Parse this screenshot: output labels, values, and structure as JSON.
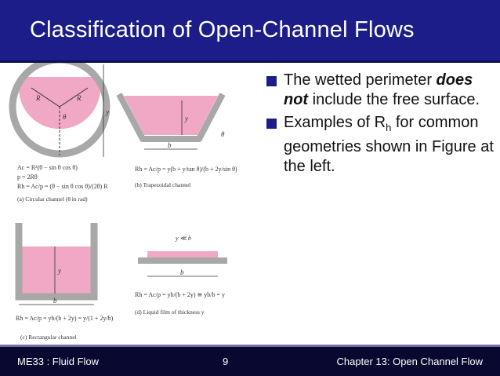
{
  "slide": {
    "title": "Classification of Open-Channel Flows"
  },
  "bullets": [
    {
      "before": "The wetted perimeter ",
      "emphasis": "does not",
      "after": " include the free surface."
    },
    {
      "before": "Examples of R",
      "sub": "h",
      "after": " for common geometries shown in Figure at the left."
    }
  ],
  "figure": {
    "a": {
      "eq1": "Ac = R²(θ − sin θ cos θ)",
      "eq2": "p = 2Rθ",
      "eq3": "Rh = Ac/p = (θ − sin θ cos θ)/(2θ) R",
      "caption": "(a) Circular channel (θ in rad)",
      "label_R": "R",
      "label_theta": "θ",
      "label_y": "y"
    },
    "b": {
      "eq": "Rh = Ac/p = y(b + y/tan θ)/(b + 2y/sin θ)",
      "caption": "(b) Trapezoidal channel",
      "label_y": "y",
      "label_b": "b",
      "label_theta": "θ"
    },
    "c": {
      "eq": "Rh = Ac/p = yb/(b + 2y) = y/(1 + 2y/b)",
      "caption": "(c) Rectangular channel",
      "label_y": "y",
      "label_b": "b"
    },
    "d": {
      "eq": "Rh = Ac/p = yb/(b + 2y) ≅ yb/b = y",
      "caption": "(d) Liquid film of thickness y",
      "label_top": "y ≪ b",
      "label_b": "b"
    }
  },
  "footer": {
    "course": "ME33 :  Fluid Flow",
    "page": "9",
    "chapter": "Chapter 13: Open Channel Flow"
  },
  "colors": {
    "title_bar": "#1d1d8a",
    "footer": "#080830",
    "water": "#f0a8c4",
    "wall": "#a8a8a8"
  }
}
